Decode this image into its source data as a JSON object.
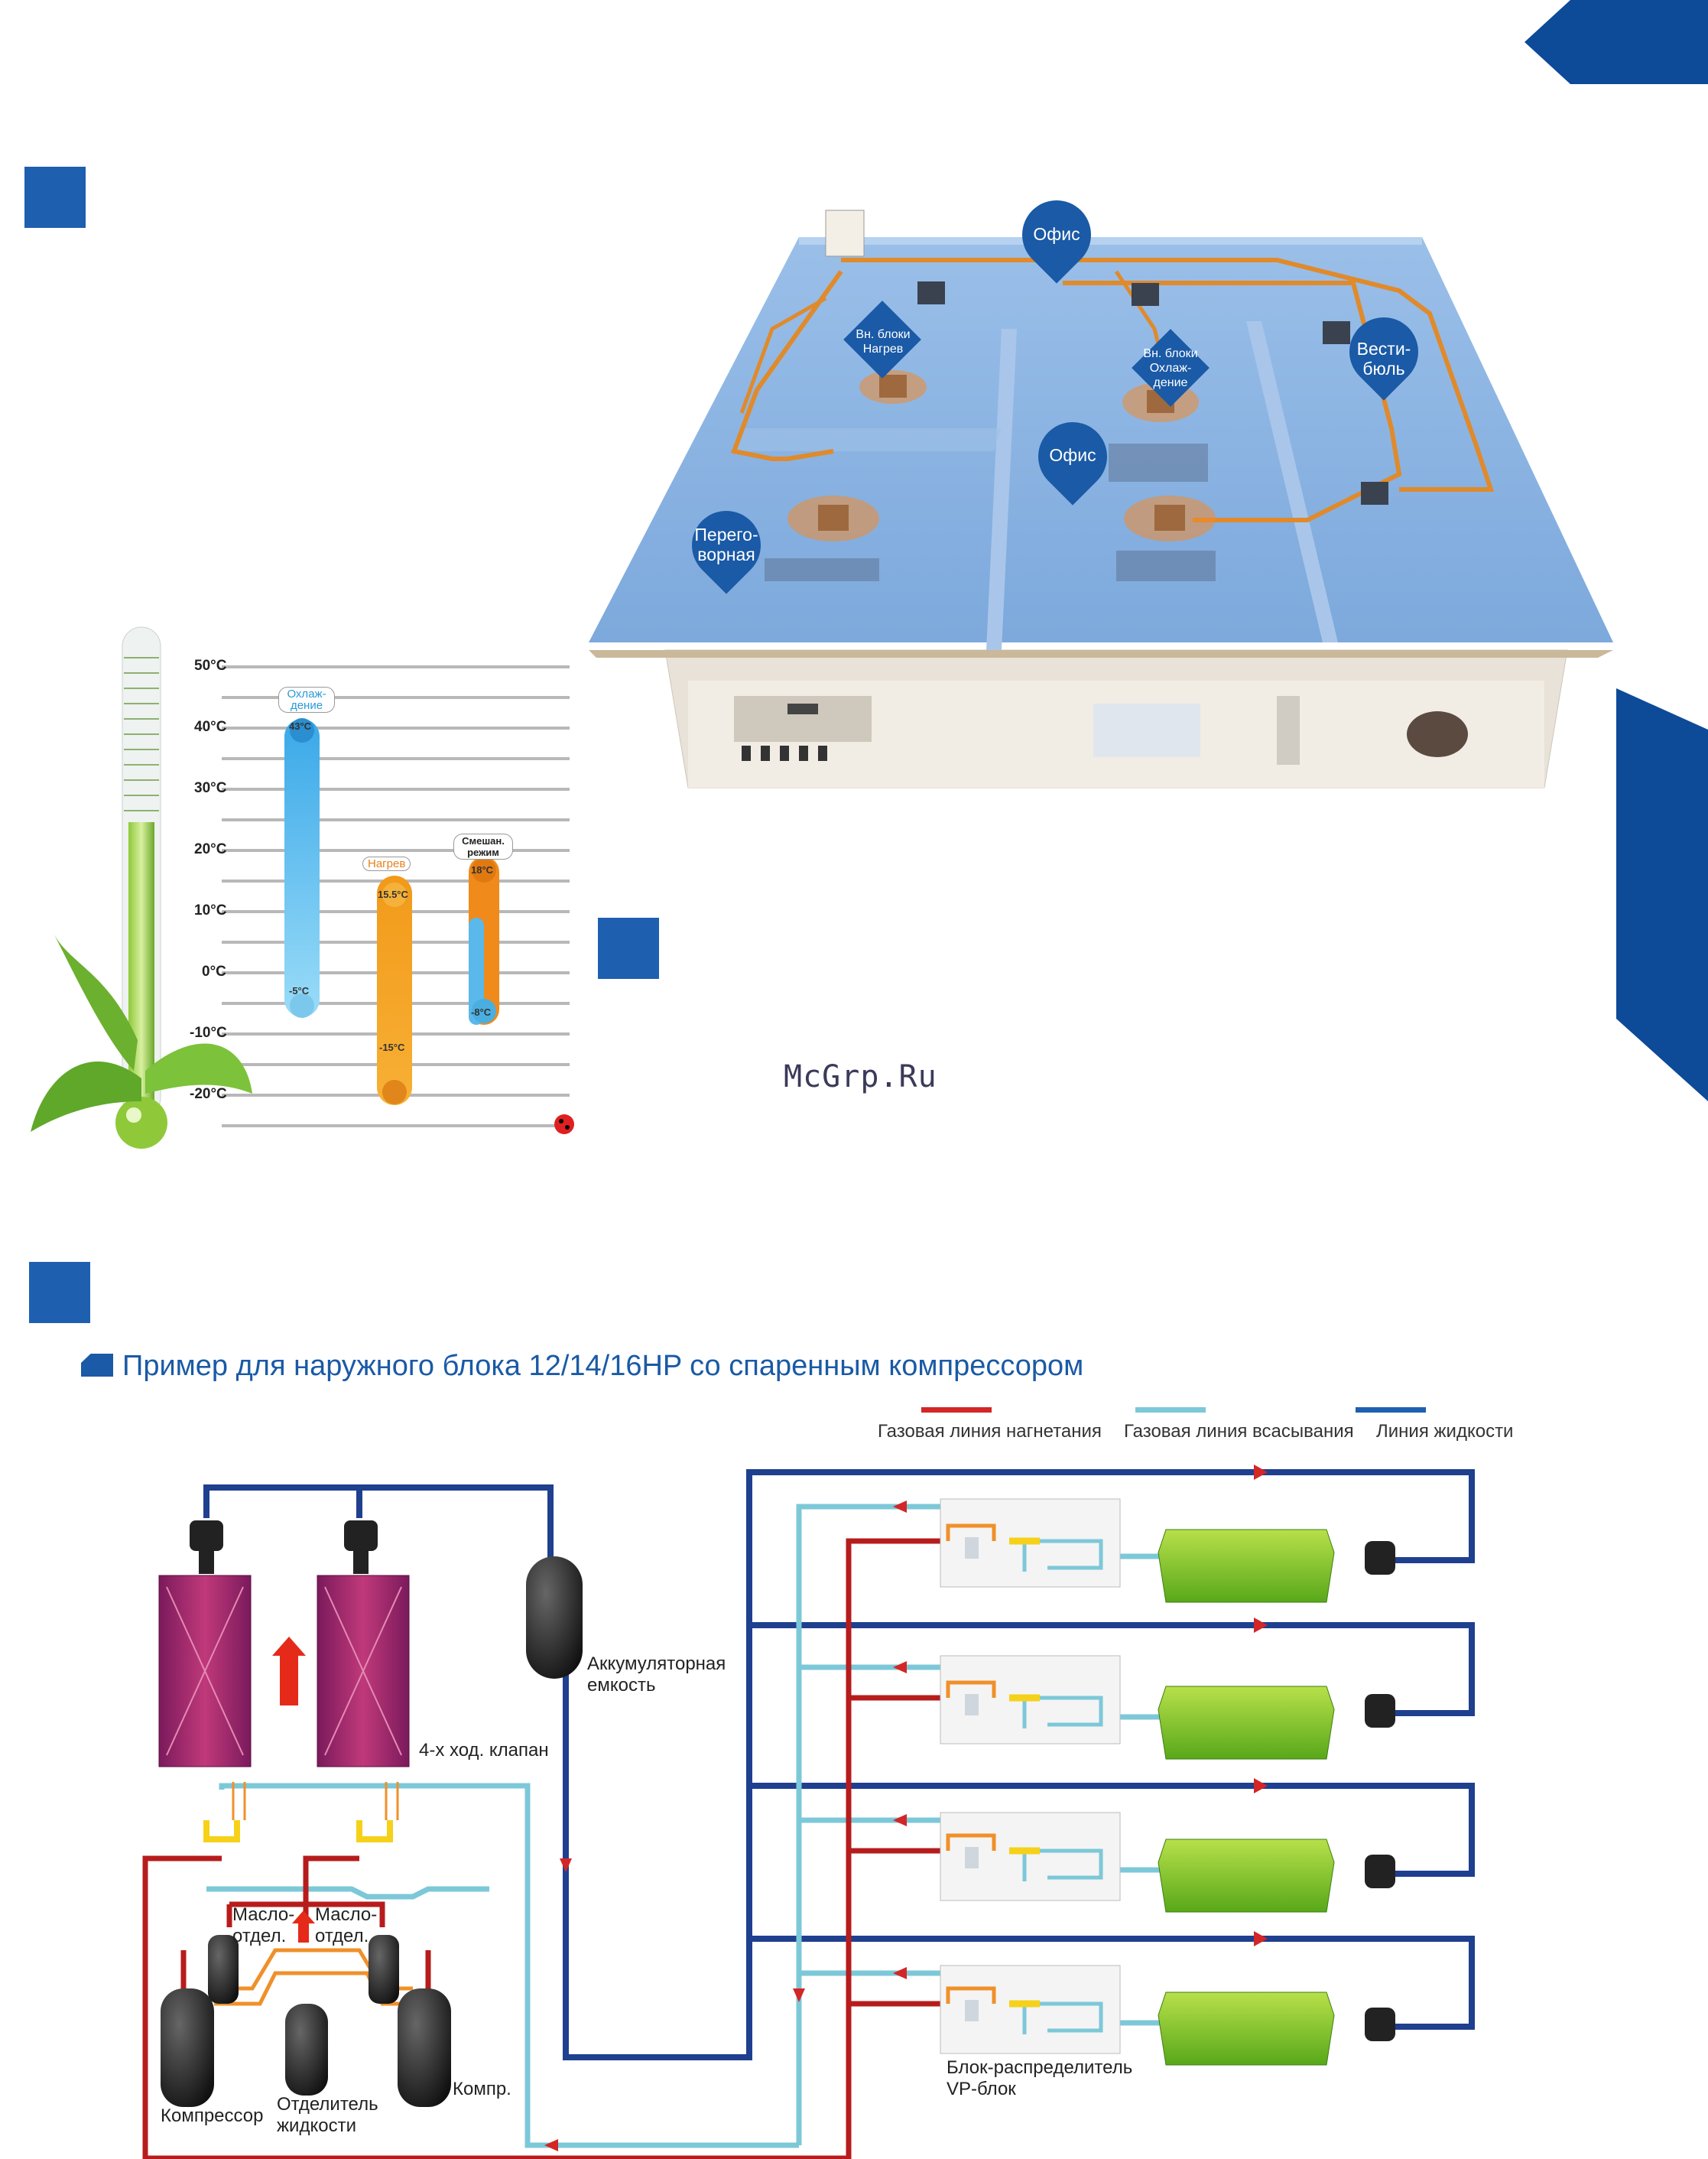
{
  "watermark": "McGrp.Ru",
  "building": {
    "pins": {
      "office_top": "Офис",
      "office_mid": "Офис",
      "lobby": [
        "Вести-",
        "бюль"
      ],
      "meeting": [
        "Перего-",
        "ворная"
      ]
    },
    "indoor_heat": [
      "Вн. блоки",
      "Нагрев"
    ],
    "indoor_cool": [
      "Вн. блоки",
      "Охлаж-",
      "дение"
    ]
  },
  "temperature_chart": {
    "ticks": [
      "50°C",
      "40°C",
      "30°C",
      "20°C",
      "10°C",
      "0°C",
      "-10°C",
      "-20°C"
    ],
    "cooling": {
      "label": [
        "Охлаж-",
        "дение"
      ],
      "max": "43°C",
      "min": "-5°C"
    },
    "heating": {
      "label": "Нагрев",
      "max": "15.5°C",
      "min": "-15°C"
    },
    "mixed": {
      "label": [
        "Смешан.",
        "режим"
      ],
      "max": "18°C",
      "min": "-8°C"
    }
  },
  "refrigerant": {
    "title": "Пример для наружного блока 12/14/16HP со спаренным компрессором",
    "legend": {
      "discharge": "Газовая линия нагнетания",
      "suction": "Газовая линия всасывания",
      "liquid": "Линия жидкости"
    },
    "labels": {
      "accumulator": [
        "Аккумуляторная",
        "емкость"
      ],
      "four_way": "4-х ход. клапан",
      "oil_sep_left": [
        "Масло-",
        "отдел."
      ],
      "oil_sep_right": [
        "Масло-",
        "отдел."
      ],
      "compressor": "Компрессор",
      "liquid_sep": [
        "Отделитель",
        "жидкости"
      ],
      "compr": "Компр.",
      "vp_block": [
        "Блок-распределитель",
        "VP-блок"
      ]
    }
  },
  "colors": {
    "discharge": "#d32626",
    "suction": "#7cc8d8",
    "liquid": "#1f3f8f",
    "accent": "#1a5aa6"
  }
}
